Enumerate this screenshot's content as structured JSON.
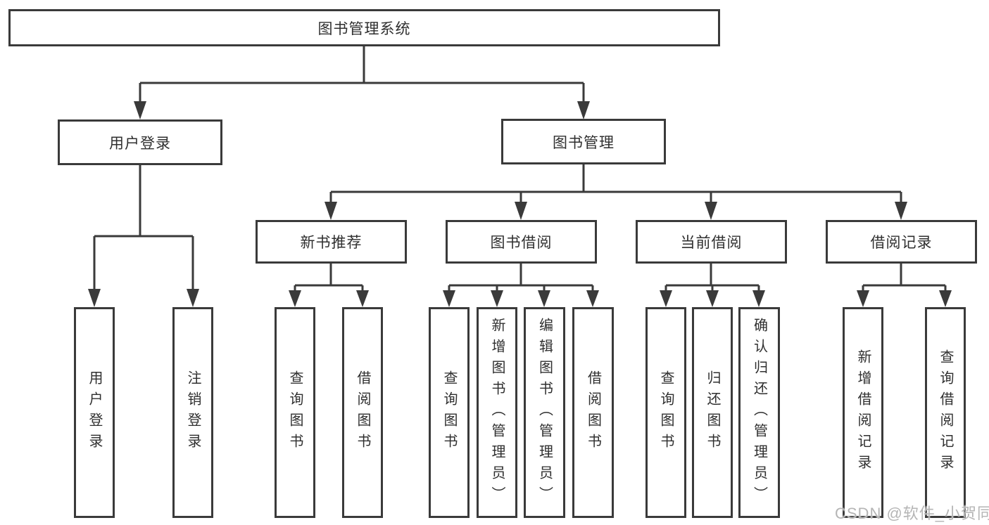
{
  "colors": {
    "line": "#3a3a3a",
    "text": "#2f2f2f",
    "box_fill": "#ffffff",
    "background": "#ffffff",
    "watermark": "#b5b5b5"
  },
  "diagram": {
    "root": {
      "label": "图书管理系统"
    },
    "branches": {
      "user_login": {
        "label": "用户登录",
        "children": {
          "login": {
            "label": "用户登录"
          },
          "logout": {
            "label": "注销登录"
          }
        }
      },
      "book_management": {
        "label": "图书管理",
        "children": {
          "new_book_recommend": {
            "label": "新书推荐",
            "children": {
              "query_book": {
                "label": "查询图书"
              },
              "borrow_book": {
                "label": "借阅图书"
              }
            }
          },
          "book_borrow": {
            "label": "图书借阅",
            "children": {
              "query_book": {
                "label": "查询图书"
              },
              "add_book": {
                "label": "新增图书（管理员）"
              },
              "edit_book": {
                "label": "编辑图书（管理员）"
              },
              "borrow_book": {
                "label": "借阅图书"
              }
            }
          },
          "current_borrow": {
            "label": "当前借阅",
            "children": {
              "query_book": {
                "label": "查询图书"
              },
              "return_book": {
                "label": "归还图书"
              },
              "confirm_return": {
                "label": "确认归还（管理员）"
              }
            }
          },
          "borrow_records": {
            "label": "借阅记录",
            "children": {
              "add_record": {
                "label": "新增借阅记录"
              },
              "query_record": {
                "label": "查询借阅记录"
              }
            }
          }
        }
      }
    }
  },
  "watermark": {
    "text": "CSDN @软件_小贺同学"
  }
}
